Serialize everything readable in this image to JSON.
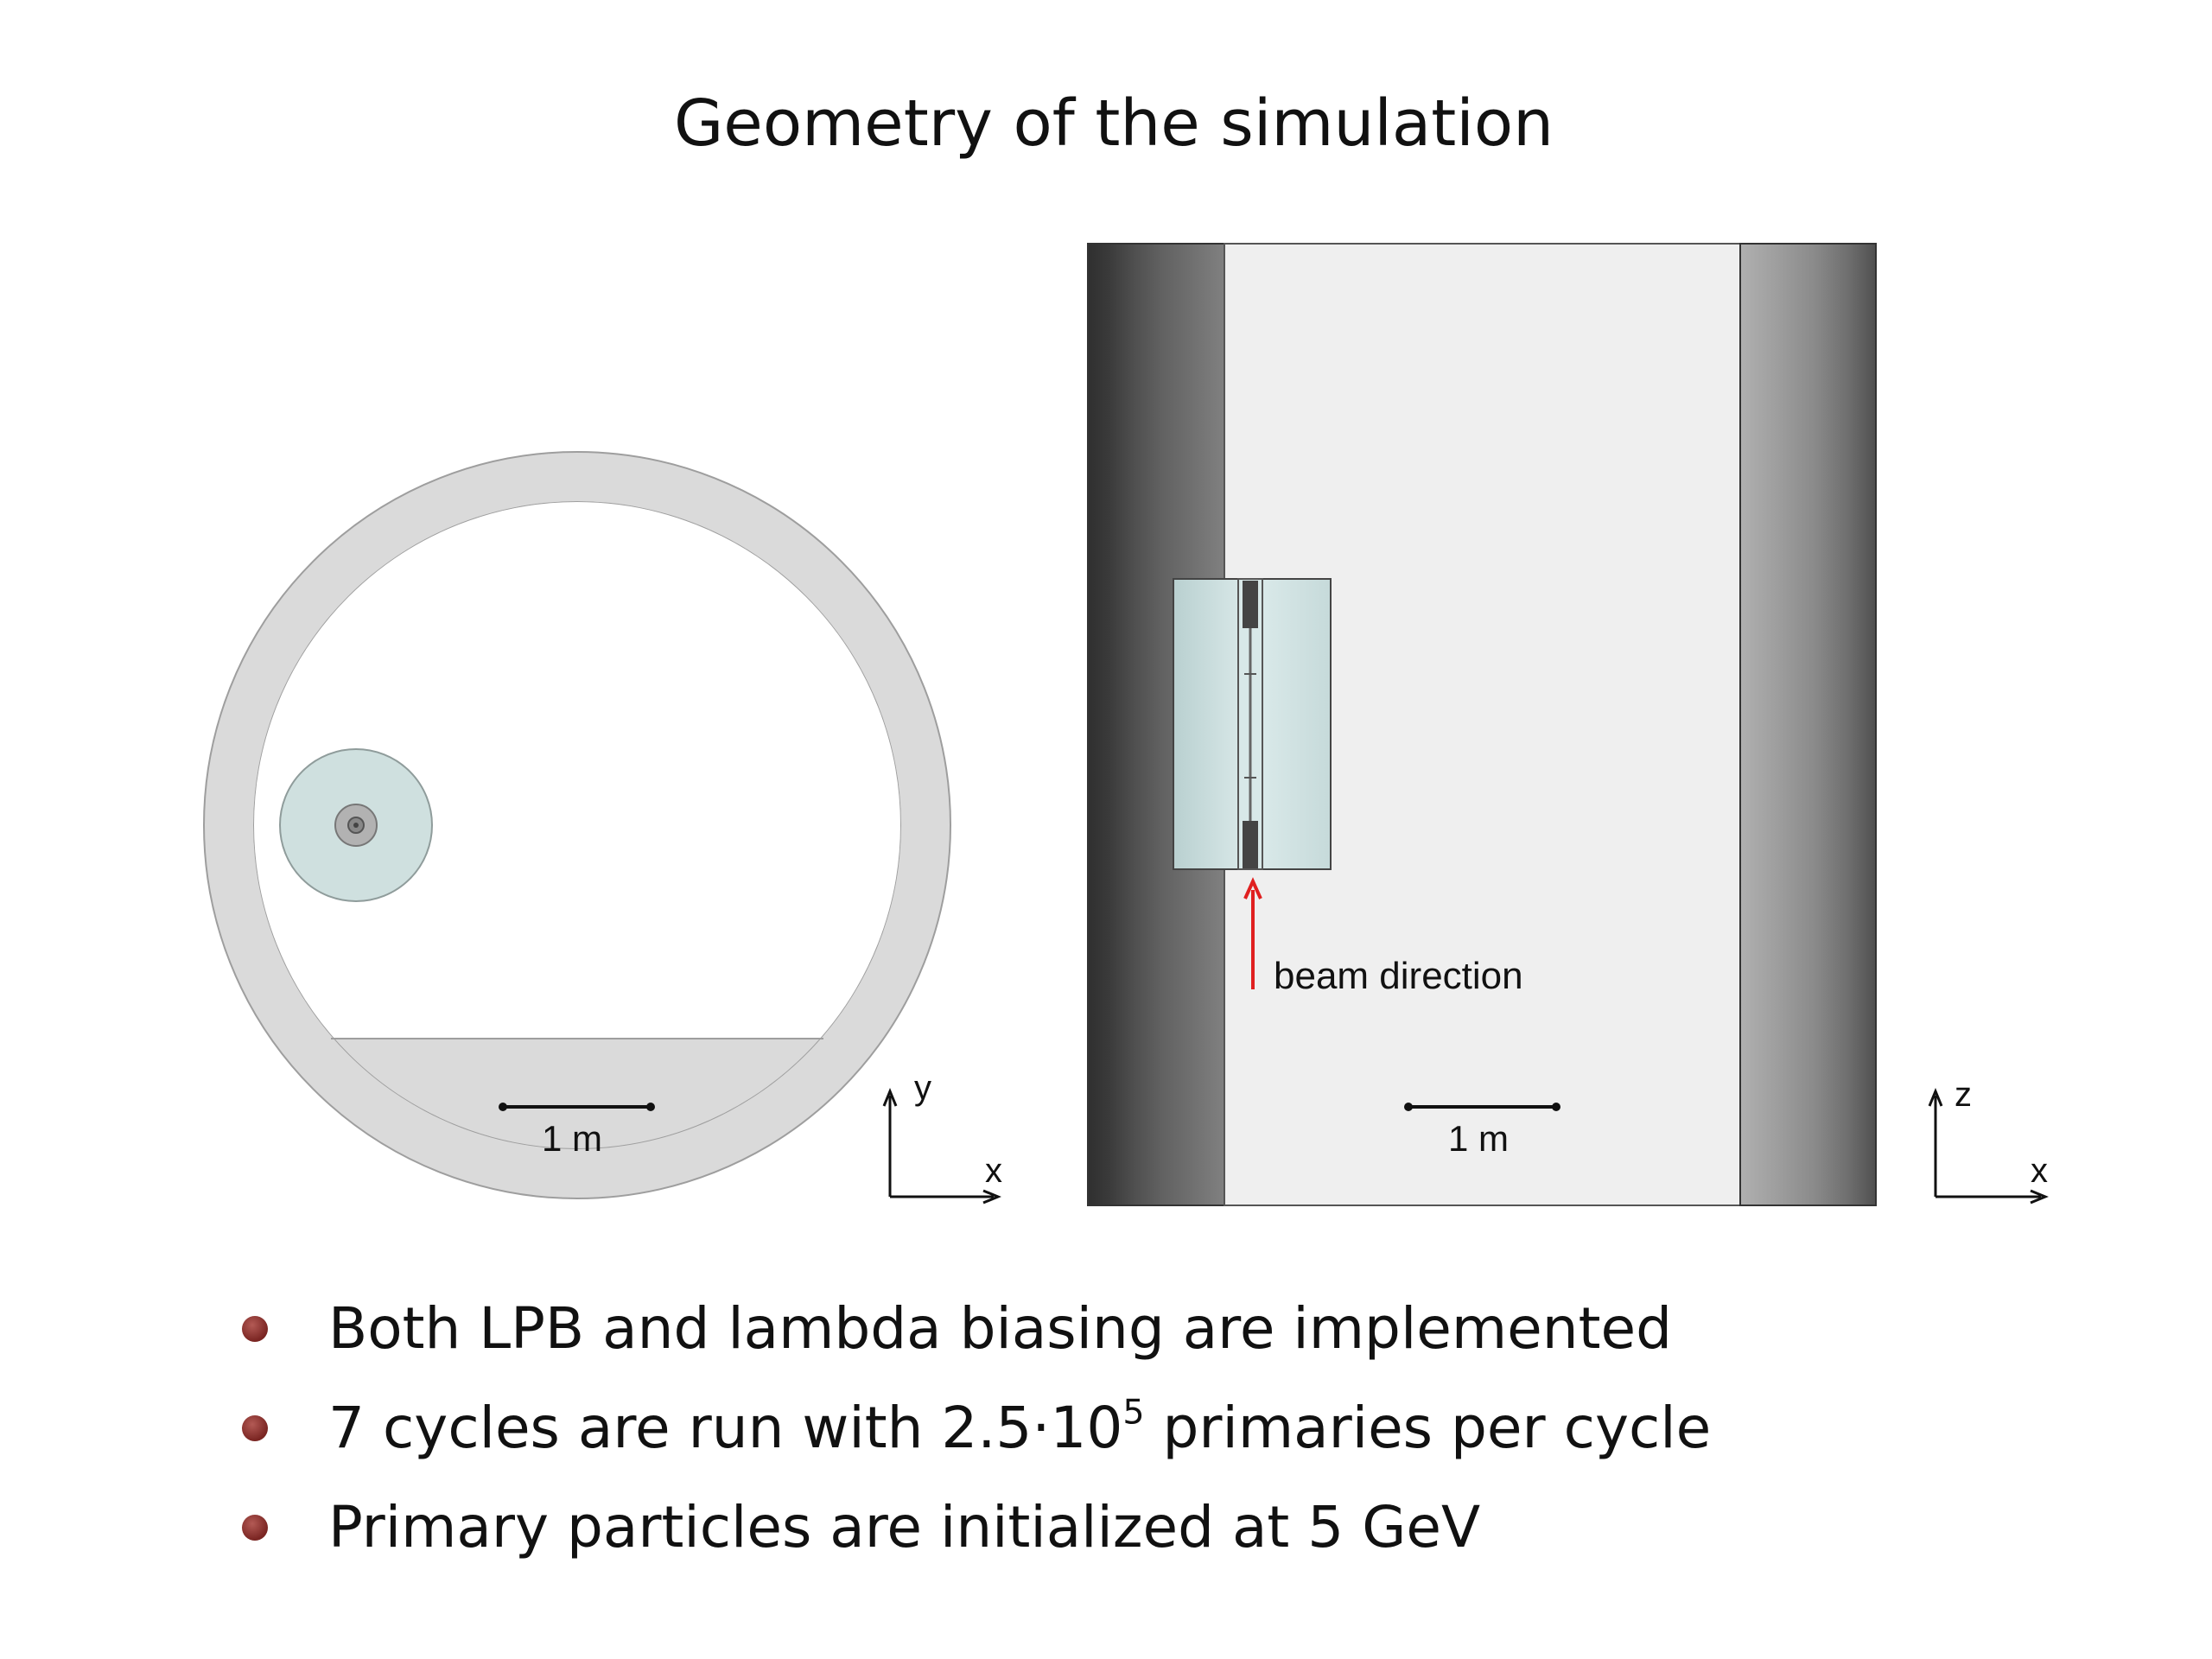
{
  "slide": {
    "title": "Geometry of the simulation"
  },
  "left_view": {
    "scale_label": "1 m",
    "axis_vertical": "y",
    "axis_horizontal": "x"
  },
  "right_view": {
    "beam_label": "beam direction",
    "scale_label": "1 m",
    "axis_vertical": "z",
    "axis_horizontal": "x"
  },
  "bullets": [
    {
      "text": "Both LPB and lambda biasing are implemented"
    },
    {
      "text_before": "7 cycles are run with 2.5·10",
      "superscript": "5",
      "text_after": " primaries per cycle"
    },
    {
      "text": "Primary particles are initialized at 5 GeV"
    }
  ],
  "colors": {
    "bullet": "#7a2522",
    "beam_arrow": "#e02020",
    "concrete": "#d9d9d9",
    "element": "#c9dcdc"
  }
}
